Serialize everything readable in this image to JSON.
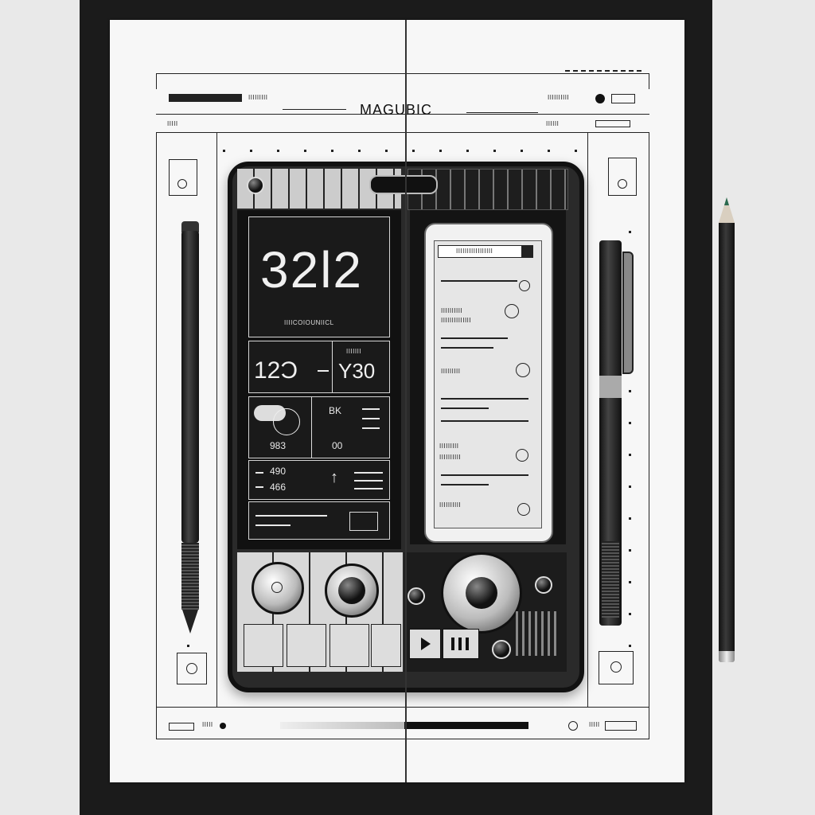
{
  "sheet": {
    "title": "MAGUBIC",
    "header_left_label": "IIIIIIIII",
    "header_right_label": "IIIIIIIIII",
    "subheader_left": "IIIII",
    "subheader_right": "IIIIII",
    "footer_left_label": "IIIII",
    "footer_right_label": "IIIII"
  },
  "device": {
    "display": {
      "main_value": "32l2",
      "main_caption": "IIIICOIOUNIICL",
      "left_value": "12Ɔ",
      "right_value": "Y30",
      "right_caption": "IIIIIII",
      "weather_value": "983",
      "mode_label": "BK",
      "mode_sub": "00",
      "stat_a": "490",
      "stat_b": "466"
    },
    "document": {
      "header": "IIIIIIIIIIIIIIIII",
      "item_1_a": "IIIIIIIIII",
      "item_1_b": "IIIIIIIIIIIIII",
      "item_2": "IIIIIIIII",
      "item_3_a": "IIIIIIIII",
      "item_3_b": "IIIIIIIIII",
      "item_4": "IIIIIIIIII"
    }
  },
  "colors": {
    "ink": "#222222",
    "paper": "#f7f7f7",
    "board": "#1b1b1b",
    "pencil_tip": "#2b6a4f"
  },
  "icons": [
    "weather-cloud-icon",
    "arrow-up-icon",
    "play-icon",
    "pause-bars-icon",
    "record-icon"
  ]
}
